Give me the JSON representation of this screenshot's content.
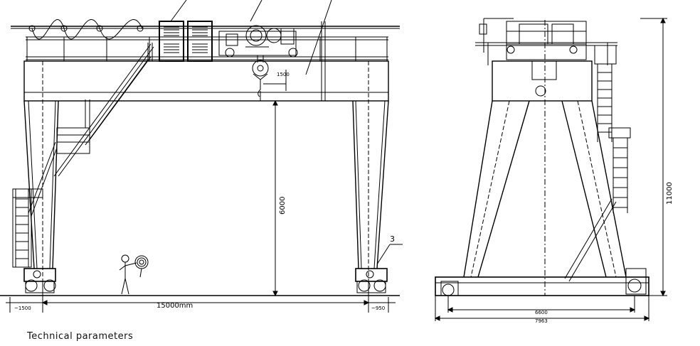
{
  "front_view": {
    "callout_3": "3",
    "dim_clearance_height": "6000",
    "dim_span": "15000mm",
    "dim_left_overhang": "~1500",
    "dim_right_overhang": "~950",
    "dim_trolley_offset": "1500"
  },
  "side_view": {
    "dim_total_height": "11000",
    "dim_wheelbase": "6600",
    "dim_overall_width": "7963"
  },
  "caption": "Technical  parameters"
}
